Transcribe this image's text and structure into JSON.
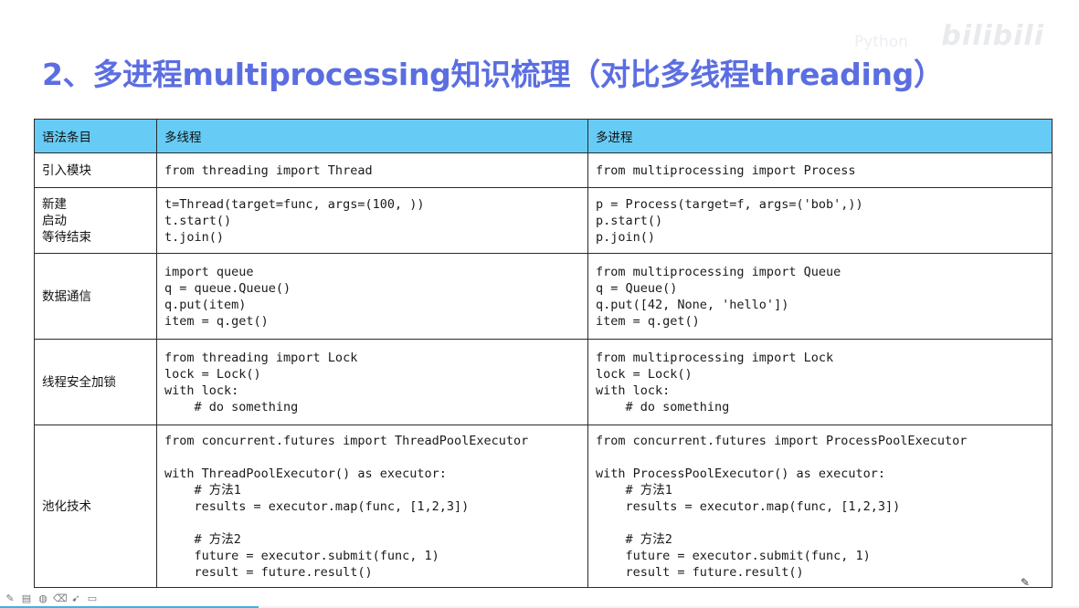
{
  "slide": {
    "title": "2、多进程multiprocessing知识梳理（对比多线程threading）",
    "watermark": "bilibili",
    "watermark_user": "Python"
  },
  "table": {
    "headers": [
      "语法条目",
      "多线程",
      "多进程"
    ],
    "rows": [
      {
        "label": [
          "引入模块"
        ],
        "thread": [
          "from threading import Thread"
        ],
        "process": [
          "from multiprocessing import Process"
        ]
      },
      {
        "label": [
          "新建",
          "启动",
          "等待结束"
        ],
        "thread": [
          "t=Thread(target=func, args=(100, ))",
          "t.start()",
          "t.join()"
        ],
        "process": [
          "p = Process(target=f, args=('bob',))",
          "p.start()",
          "p.join()"
        ]
      },
      {
        "label": [
          "数据通信"
        ],
        "thread": [
          "import queue",
          "q = queue.Queue()",
          "q.put(item)",
          "item = q.get()"
        ],
        "process": [
          "from multiprocessing import Queue",
          "q = Queue()",
          "q.put([42, None, 'hello'])",
          "item = q.get()"
        ]
      },
      {
        "label": [
          "线程安全加锁"
        ],
        "thread": [
          "from threading import Lock",
          "lock = Lock()",
          "with lock:",
          "    # do something"
        ],
        "process": [
          "from multiprocessing import Lock",
          "lock = Lock()",
          "with lock:",
          "    # do something"
        ]
      },
      {
        "label": [
          "池化技术"
        ],
        "thread": [
          "from concurrent.futures import ThreadPoolExecutor",
          "",
          "with ThreadPoolExecutor() as executor:",
          "    # 方法1",
          "    results = executor.map(func, [1,2,3])",
          "",
          "    # 方法2",
          "    future = executor.submit(func, 1)",
          "    result = future.result()"
        ],
        "process": [
          "from concurrent.futures import ProcessPoolExecutor",
          "",
          "with ProcessPoolExecutor() as executor:",
          "    # 方法1",
          "    results = executor.map(func, [1,2,3])",
          "",
          "    # 方法2",
          "    future = executor.submit(func, 1)",
          "    result = future.result()"
        ]
      }
    ]
  },
  "toolbar": {
    "icons": [
      "pen-icon",
      "slides-icon",
      "palette-icon",
      "eraser-icon",
      "pointer-icon",
      "screen-icon"
    ]
  },
  "playback": {
    "progress": 0.24,
    "color": "#3bb3e6"
  },
  "colors": {
    "title": "#5b6ee1",
    "header_bg": "#66ccf5"
  }
}
